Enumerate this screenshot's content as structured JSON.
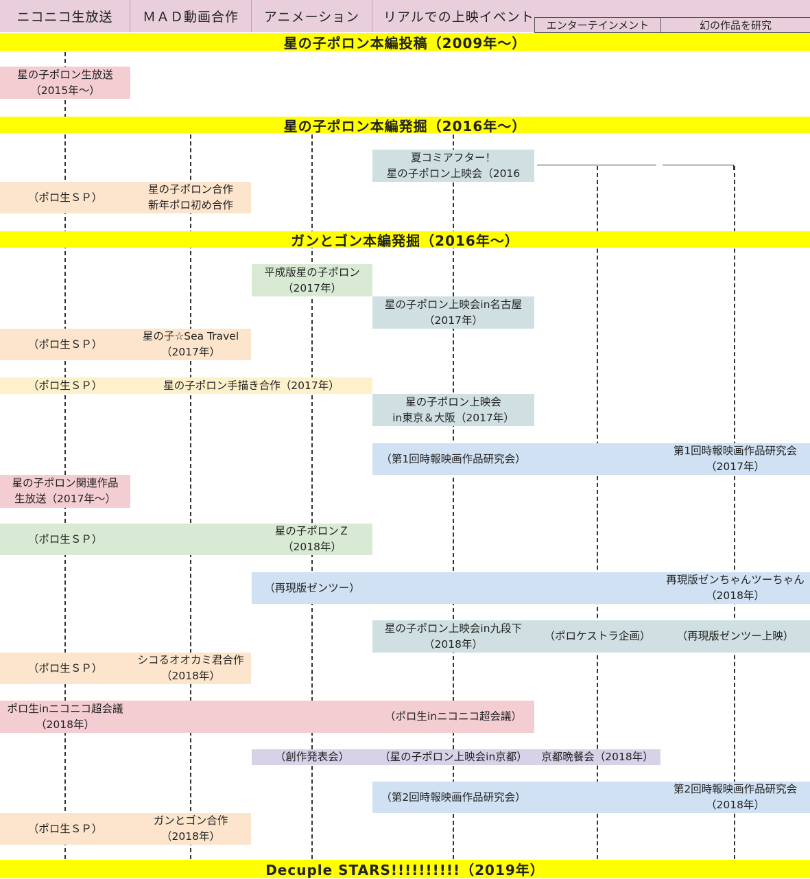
{
  "headers": {
    "col1": "ニコニコ生放送",
    "col2": "ＭＡＤ動画合作",
    "col3": "アニメーション",
    "col4": "リアルでの上映イベント",
    "col5": "エンターテインメント",
    "col6": "幻の作品を研究"
  },
  "bands": {
    "b1": "星の子ポロン本編投稿（2009年～）",
    "b2": "星の子ポロン本編発掘（2016年～）",
    "b3": "ガンとゴン本編発掘（2016年～）",
    "b4": "Decuple STARS!!!!!!!!!!（2019年）"
  },
  "cells": {
    "c01": "星の子ポロン生放送\n（2015年～）",
    "c02": "夏コミアフター！\n星の子ポロン上映会（2016",
    "c03": "（ポロ生ＳＰ）",
    "c04": "星の子ポロン合作\n新年ポロ初め合作",
    "c05": "平成版星の子ポロン\n（2017年）",
    "c06": "星の子ポロン上映会in名古屋\n（2017年）",
    "c07": "（ポロ生ＳＰ）",
    "c08": "星の子☆Sea Travel\n（2017年）",
    "c09": "（ポロ生ＳＰ）",
    "c10": "星の子ポロン手描き合作（2017年）",
    "c11": "星の子ポロン上映会\nin東京＆大阪（2017年）",
    "c12": "（第1回時報映画作品研究会）",
    "c13": "第1回時報映画作品研究会\n（2017年）",
    "c14": "星の子ポロン関連作品\n生放送（2017年～）",
    "c15": "（ポロ生ＳＰ）",
    "c16": "星の子ポロンＺ\n（2018年）",
    "c17": "（再現版ゼンツー）",
    "c18": "再現版ゼンちゃんツーちゃん\n（2018年）",
    "c19": "星の子ポロン上映会in九段下\n（2018年）",
    "c20": "（ポロケストラ企画）",
    "c21": "（再現版ゼンツー上映）",
    "c22": "（ポロ生ＳＰ）",
    "c23": "シコるオオカミ君合作\n（2018年）",
    "c24": "ポロ生inニコニコ超会議\n（2018年）",
    "c25": "（ポロ生inニコニコ超会議）",
    "c26": "（創作発表会）",
    "c27": "（星の子ポロン上映会in京都）",
    "c28": "京都晩餐会（2018年）",
    "c29": "（第2回時報映画作品研究会）",
    "c30": "第2回時報映画作品研究会\n（2018年）",
    "c31": "（ポロ生ＳＰ）",
    "c32": "ガンとゴン合作\n（2018年）"
  },
  "colors": {
    "header": "#e8cfdb",
    "band": "#ffff00",
    "pink": "#f3cdd2",
    "peach": "#fce5cc",
    "cream": "#fdf1cc",
    "green": "#d8ead3",
    "blue": "#cfe1f2",
    "bluegray": "#d0e0e2",
    "lavender": "#d9d1e8"
  }
}
